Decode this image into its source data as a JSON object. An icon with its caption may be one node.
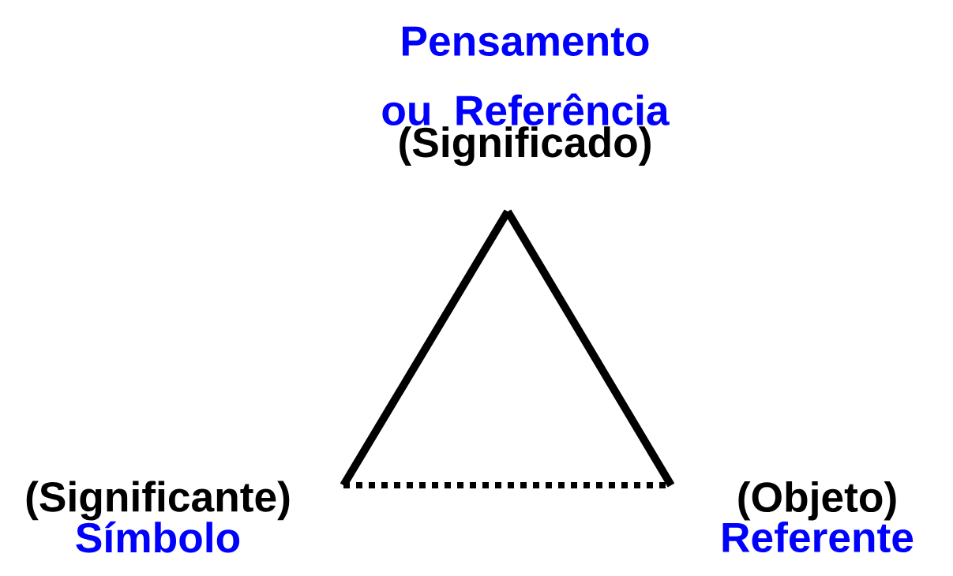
{
  "diagram": {
    "nodes": [
      {
        "text": [
          "Pensamento ou Referência",
          "(Significado)"
        ]
      },
      {
        "text": [
          "(Significante)",
          "Símbolo"
        ]
      },
      {
        "text": [
          "(Objeto)",
          "Referente"
        ]
      }
    ],
    "edges": [
      {
        "from": 0,
        "to": 1,
        "arrow": "none"
      },
      {
        "from": 0,
        "to": 2,
        "arrow": "none"
      },
      {
        "from": 1,
        "to": 2,
        "arrow": "none",
        "style": "dashed"
      }
    ]
  }
}
